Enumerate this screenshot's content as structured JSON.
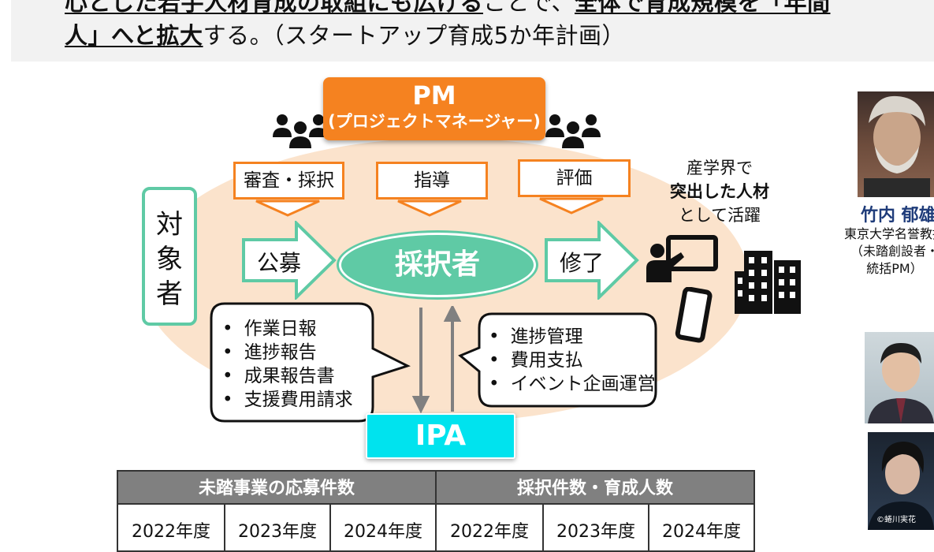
{
  "header": {
    "line1_bold": "心とした若手人材育成の取組にも広げる",
    "line1_plain": "ことで、",
    "line1_bold2": "全体で育成規模を「年間",
    "line2_bold": "人」へと拡大",
    "line2_plain": "する。（スタートアップ育成5か年計画）"
  },
  "diagram": {
    "pm_title": "PM",
    "pm_subtitle": "(プロジェクトマネージャー)",
    "roles": [
      "審査・採択",
      "指導",
      "評価"
    ],
    "target_chars": [
      "対",
      "象",
      "者"
    ],
    "apply_label": "公募",
    "adopter_label": "採択者",
    "complete_label": "修了",
    "report_items": [
      "作業日報",
      "進捗報告",
      "成果報告書",
      "支援費用請求"
    ],
    "management_items": [
      "進捗管理",
      "費用支払",
      "イベント企画運営"
    ],
    "ipa_label": "IPA",
    "outcome_line1": "産学界で",
    "outcome_line2": "突出した人材",
    "outcome_line3": "として活躍"
  },
  "table": {
    "headers": [
      "未踏事業の応募件数",
      "採択件数・育成人数"
    ],
    "years": [
      "2022年度",
      "2023年度",
      "2024年度",
      "2022年度",
      "2023年度",
      "2024年度"
    ]
  },
  "sidebar": {
    "name": "竹内 郁雄",
    "affiliation_line1": "東京大学名誉教授",
    "affiliation_line2": "（未踏創設者・",
    "affiliation_line3": "統括PM）",
    "photo_credit": "©蜷川実花"
  },
  "colors": {
    "orange": "#f58220",
    "teal": "#5fcaa5",
    "cyan": "#00e3ee",
    "peach": "#fbe3cc"
  }
}
